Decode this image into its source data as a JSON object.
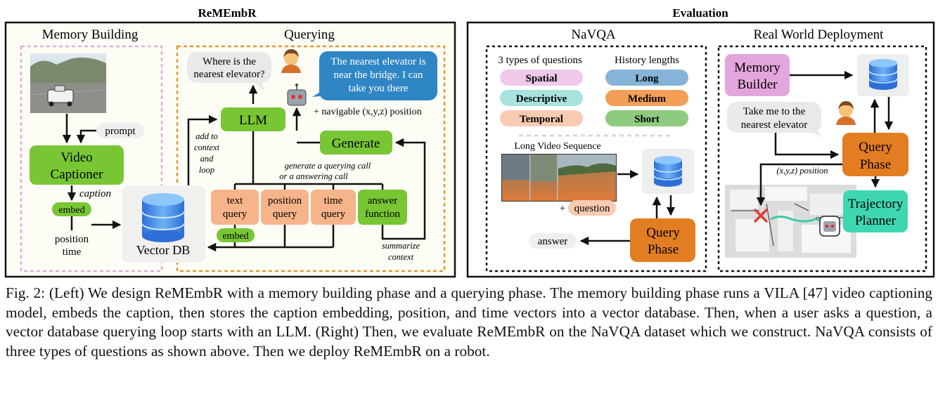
{
  "left_panel": {
    "title": "ReMEmbR",
    "memory": {
      "title": "Memory Building",
      "prompt": "prompt",
      "captioner": [
        "Video",
        "Captioner"
      ],
      "caption_label": "caption",
      "embed": "embed",
      "position_time": [
        "position",
        "time"
      ],
      "vector_db": "Vector DB"
    },
    "querying": {
      "title": "Querying",
      "user_question": [
        "Where is the",
        "nearest elevator?"
      ],
      "robot_answer": [
        "The nearest elevator is",
        "near the bridge. I can",
        "take you there"
      ],
      "navigable_label": "+ navigable (x,y,z) position",
      "llm": "LLM",
      "generate": "Generate",
      "loop_label": [
        "add to",
        "context",
        "and",
        "loop"
      ],
      "call_label": [
        "generate a querying call",
        "or a answering call"
      ],
      "tools": [
        [
          "text",
          "query"
        ],
        [
          "position",
          "query"
        ],
        [
          "time",
          "query"
        ],
        [
          "answer",
          "function"
        ]
      ],
      "embed": "embed",
      "summarize_label": [
        "summarize",
        "context"
      ]
    }
  },
  "right_panel": {
    "title": "Evaluation",
    "navqa": {
      "title": "NaVQA",
      "questions_header": "3 types of questions",
      "questions": [
        "Spatial",
        "Descriptive",
        "Temporal"
      ],
      "history_header": "History lengths",
      "history": [
        "Long",
        "Medium",
        "Short"
      ],
      "video_label": "Long Video Sequence",
      "question_tag": "question",
      "plus": "+",
      "query_phase": [
        "Query",
        "Phase"
      ],
      "answer": "answer"
    },
    "deployment": {
      "title": "Real World Deployment",
      "memory_builder": [
        "Memory",
        "Builder"
      ],
      "user_request": [
        "Take me to the",
        "nearest elevator"
      ],
      "query_phase": [
        "Query",
        "Phase"
      ],
      "position_label": "(x,y,z) position",
      "trajectory": [
        "Trajectory",
        "Planner"
      ]
    }
  },
  "figure_caption": "Fig. 2: (Left) We design ReMEmbR with a memory building phase and a querying phase. The memory building phase runs a VILA [47] video captioning model, embeds the caption, then stores the caption embedding, position, and time vectors into a vector database. Then, when a user asks a question, a vector database querying loop starts with an LLM. (Right) Then, we evaluate ReMEmbR on the NaVQA dataset which we construct. NaVQA consists of three types of questions as shown above. Then we deploy ReMEmbR on a robot."
}
